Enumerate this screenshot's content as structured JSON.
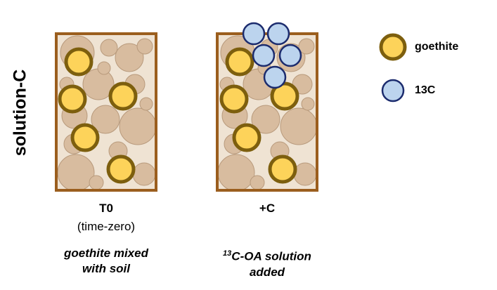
{
  "side_label": "solution-C",
  "panels": [
    {
      "title": "T0",
      "subtitle": "(time-zero)",
      "description_line1": "goethite mixed",
      "description_line2": "with soil"
    },
    {
      "title": "+C",
      "description_sup": "13",
      "description_line1_rest": "C-OA solution",
      "description_line2": "added"
    }
  ],
  "legend": {
    "goethite": "goethite",
    "carbon": "13C"
  },
  "colors": {
    "soil_frame": "#9b5e1e",
    "soil_fill": "#efe3d3",
    "soil_particle": "#d8bc9f",
    "soil_particle_edge": "#b89a7c",
    "goethite_ring": "#7d5f0e",
    "goethite_core": "#fdd35a",
    "carbon_fill": "#bcd4ee",
    "carbon_edge": "#1c2c6e"
  }
}
